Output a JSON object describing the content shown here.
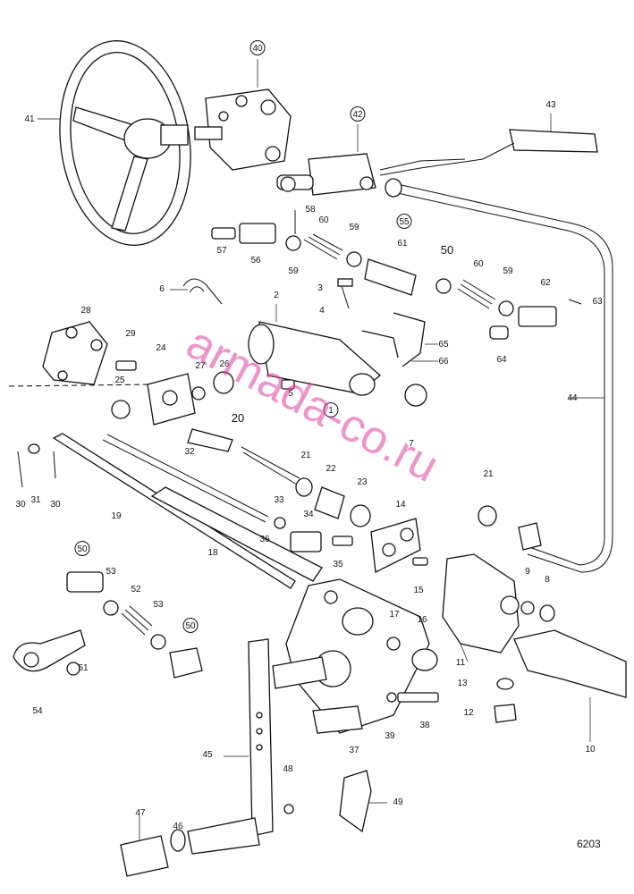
{
  "diagram": {
    "figure_number": "6203",
    "watermark": "armada-co.ru",
    "callouts": [
      {
        "id": "c40",
        "text": "40",
        "circled": true
      },
      {
        "id": "c41",
        "text": "41"
      },
      {
        "id": "c42",
        "text": "42",
        "circled": true
      },
      {
        "id": "c43",
        "text": "43"
      },
      {
        "id": "c58",
        "text": "58"
      },
      {
        "id": "c60a",
        "text": "60"
      },
      {
        "id": "c59a",
        "text": "59"
      },
      {
        "id": "c55",
        "text": "55",
        "circled": true
      },
      {
        "id": "c57",
        "text": "57"
      },
      {
        "id": "c56",
        "text": "56"
      },
      {
        "id": "c59b",
        "text": "59"
      },
      {
        "id": "c61",
        "text": "61"
      },
      {
        "id": "c50a",
        "text": "50",
        "big": true
      },
      {
        "id": "c60b",
        "text": "60"
      },
      {
        "id": "c59c",
        "text": "59"
      },
      {
        "id": "c62",
        "text": "62"
      },
      {
        "id": "c63",
        "text": "63"
      },
      {
        "id": "c6",
        "text": "6"
      },
      {
        "id": "c2",
        "text": "2"
      },
      {
        "id": "c3",
        "text": "3"
      },
      {
        "id": "c4",
        "text": "4"
      },
      {
        "id": "c65",
        "text": "65"
      },
      {
        "id": "c66",
        "text": "66"
      },
      {
        "id": "c64",
        "text": "64"
      },
      {
        "id": "c28",
        "text": "28"
      },
      {
        "id": "c29",
        "text": "29"
      },
      {
        "id": "c24",
        "text": "24"
      },
      {
        "id": "c26",
        "text": "26"
      },
      {
        "id": "c27",
        "text": "27"
      },
      {
        "id": "c25",
        "text": "25"
      },
      {
        "id": "c5",
        "text": "5"
      },
      {
        "id": "c1",
        "text": "1",
        "circled": true
      },
      {
        "id": "c7",
        "text": "7"
      },
      {
        "id": "c44",
        "text": "44"
      },
      {
        "id": "c20",
        "text": "20",
        "big": true
      },
      {
        "id": "c32",
        "text": "32"
      },
      {
        "id": "c21a",
        "text": "21"
      },
      {
        "id": "c22",
        "text": "22"
      },
      {
        "id": "c23",
        "text": "23"
      },
      {
        "id": "c14",
        "text": "14"
      },
      {
        "id": "c21b",
        "text": "21"
      },
      {
        "id": "c30a",
        "text": "30"
      },
      {
        "id": "c31",
        "text": "31"
      },
      {
        "id": "c30b",
        "text": "30"
      },
      {
        "id": "c19",
        "text": "19"
      },
      {
        "id": "c33",
        "text": "33"
      },
      {
        "id": "c34",
        "text": "34"
      },
      {
        "id": "c36",
        "text": "36"
      },
      {
        "id": "c35",
        "text": "35"
      },
      {
        "id": "c18",
        "text": "18"
      },
      {
        "id": "c15",
        "text": "15"
      },
      {
        "id": "c9",
        "text": "9"
      },
      {
        "id": "c8",
        "text": "8"
      },
      {
        "id": "c50b",
        "text": "50",
        "circled": true
      },
      {
        "id": "c53a",
        "text": "53"
      },
      {
        "id": "c52",
        "text": "52"
      },
      {
        "id": "c53b",
        "text": "53"
      },
      {
        "id": "c50c",
        "text": "50",
        "circled": true
      },
      {
        "id": "c51",
        "text": "51"
      },
      {
        "id": "c54",
        "text": "54"
      },
      {
        "id": "c17",
        "text": "17"
      },
      {
        "id": "c16",
        "text": "16"
      },
      {
        "id": "c11",
        "text": "11"
      },
      {
        "id": "c13",
        "text": "13"
      },
      {
        "id": "c12",
        "text": "12"
      },
      {
        "id": "c10",
        "text": "10"
      },
      {
        "id": "c38",
        "text": "38"
      },
      {
        "id": "c39",
        "text": "39"
      },
      {
        "id": "c37",
        "text": "37"
      },
      {
        "id": "c45",
        "text": "45"
      },
      {
        "id": "c48",
        "text": "48"
      },
      {
        "id": "c49",
        "text": "49"
      },
      {
        "id": "c47",
        "text": "47"
      },
      {
        "id": "c46",
        "text": "46"
      }
    ]
  }
}
